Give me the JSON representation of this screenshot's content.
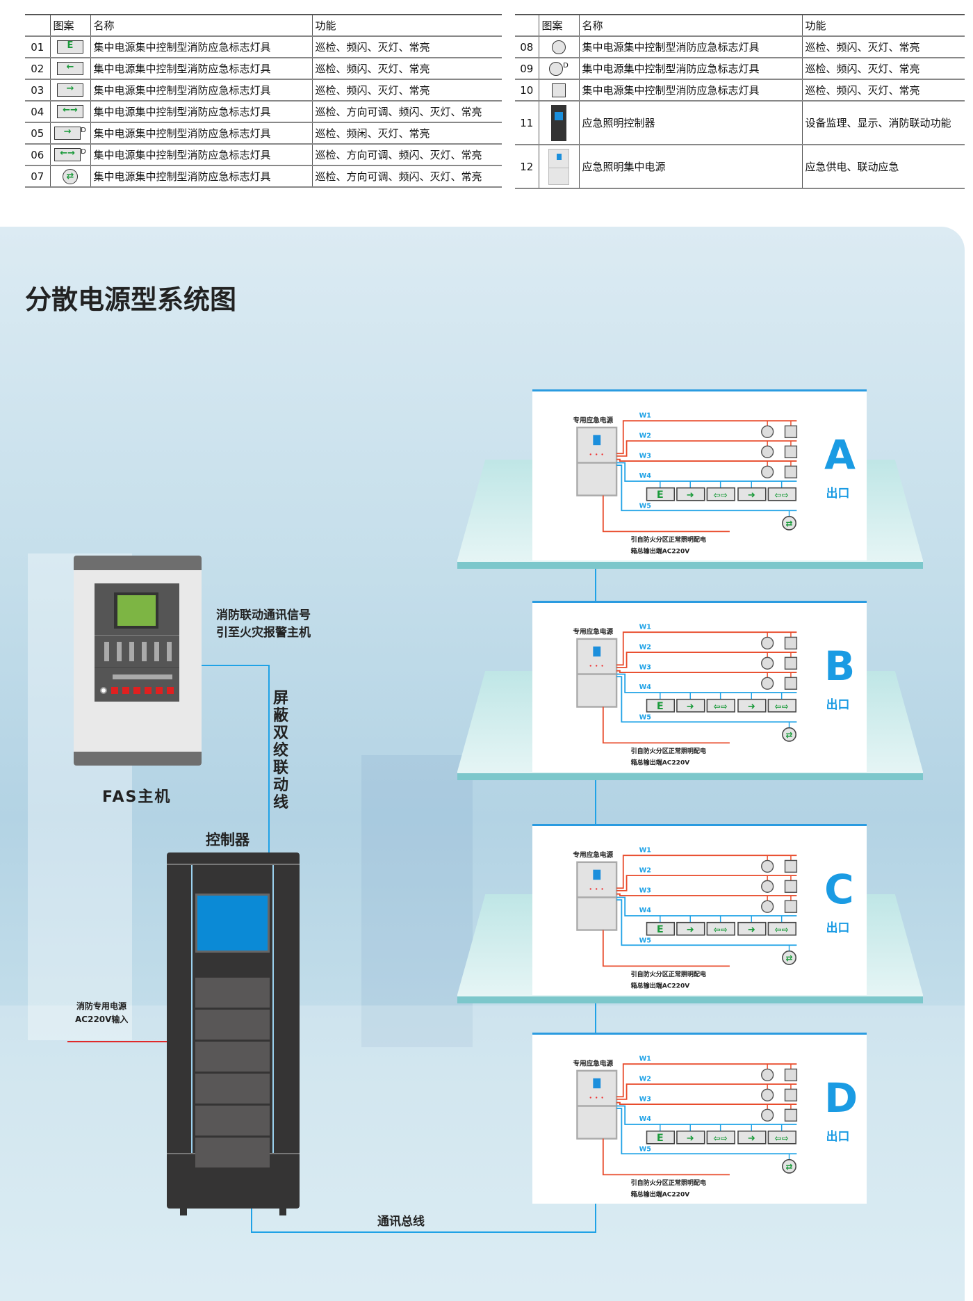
{
  "table_left": {
    "headers": [
      "",
      "图案",
      "名称",
      "功能"
    ],
    "rows": [
      {
        "no": "01",
        "icon": "E",
        "sup": "",
        "name": "集中电源集中控制型消防应急标志灯具",
        "func": "巡检、频闪、灭灯、常亮"
      },
      {
        "no": "02",
        "icon": "←",
        "sup": "",
        "name": "集中电源集中控制型消防应急标志灯具",
        "func": "巡检、频闪、灭灯、常亮"
      },
      {
        "no": "03",
        "icon": "→",
        "sup": "",
        "name": "集中电源集中控制型消防应急标志灯具",
        "func": "巡检、频闪、灭灯、常亮"
      },
      {
        "no": "04",
        "icon": "←→",
        "sup": "",
        "name": "集中电源集中控制型消防应急标志灯具",
        "func": "巡检、方向可调、频闪、灭灯、常亮"
      },
      {
        "no": "05",
        "icon": "→",
        "sup": "D",
        "name": "集中电源集中控制型消防应急标志灯具",
        "func": "巡检、频闲、灭灯、常亮"
      },
      {
        "no": "06",
        "icon": "←→",
        "sup": "D",
        "name": "集中电源集中控制型消防应急标志灯具",
        "func": "巡检、方向可调、频闪、灭灯、常亮"
      },
      {
        "no": "07",
        "icon": "⇄",
        "sup": "",
        "name": "集中电源集中控制型消防应急标志灯具",
        "func": "巡检、方向可调、频闪、灭灯、常亮"
      }
    ]
  },
  "table_right": {
    "headers": [
      "",
      "图案",
      "名称",
      "功能"
    ],
    "rows": [
      {
        "no": "08",
        "sup": "",
        "name": "集中电源集中控制型消防应急标志灯具",
        "func": "巡检、频闪、灭灯、常亮"
      },
      {
        "no": "09",
        "sup": "D",
        "name": "集中电源集中控制型消防应急标志灯具",
        "func": "巡检、频闪、灭灯、常亮"
      },
      {
        "no": "10",
        "sup": "",
        "name": "集中电源集中控制型消防应急标志灯具",
        "func": "巡检、频闪、灭灯、常亮"
      },
      {
        "no": "11",
        "sup": "",
        "name": "应急照明控制器",
        "func": "设备监理、显示、消防联动功能"
      },
      {
        "no": "12",
        "sup": "",
        "name": "应急照明集中电源",
        "func": "应急供电、联动应急"
      }
    ]
  },
  "title": "分散电源型系统图",
  "fas_label": "FAS主机",
  "controller_label": "控制器",
  "signal_note": [
    "消防联动通讯信号",
    "引至火灾报警主机"
  ],
  "twisted_pair": "屏蔽双绞联动线",
  "power_input": [
    "消防专用电源",
    "AC220V输入"
  ],
  "bus_label": "通讯总线",
  "panel_common": {
    "psu": "专用应急电源",
    "w": [
      "W1",
      "W2",
      "W3",
      "W4",
      "W5"
    ],
    "note1": "引自防火分区正常照明配电",
    "note2": "箱总输出端AC220V",
    "exit": "出口",
    "lamp_e": "E",
    "arrow_r": "➜",
    "arrow_lr": "⇦⇨"
  },
  "panels": [
    {
      "letter": "A"
    },
    {
      "letter": "B"
    },
    {
      "letter": "C"
    },
    {
      "letter": "D"
    }
  ],
  "colors": {
    "blue": "#1fa2e6",
    "red": "#e84a2a",
    "green": "#1a9a3a"
  }
}
